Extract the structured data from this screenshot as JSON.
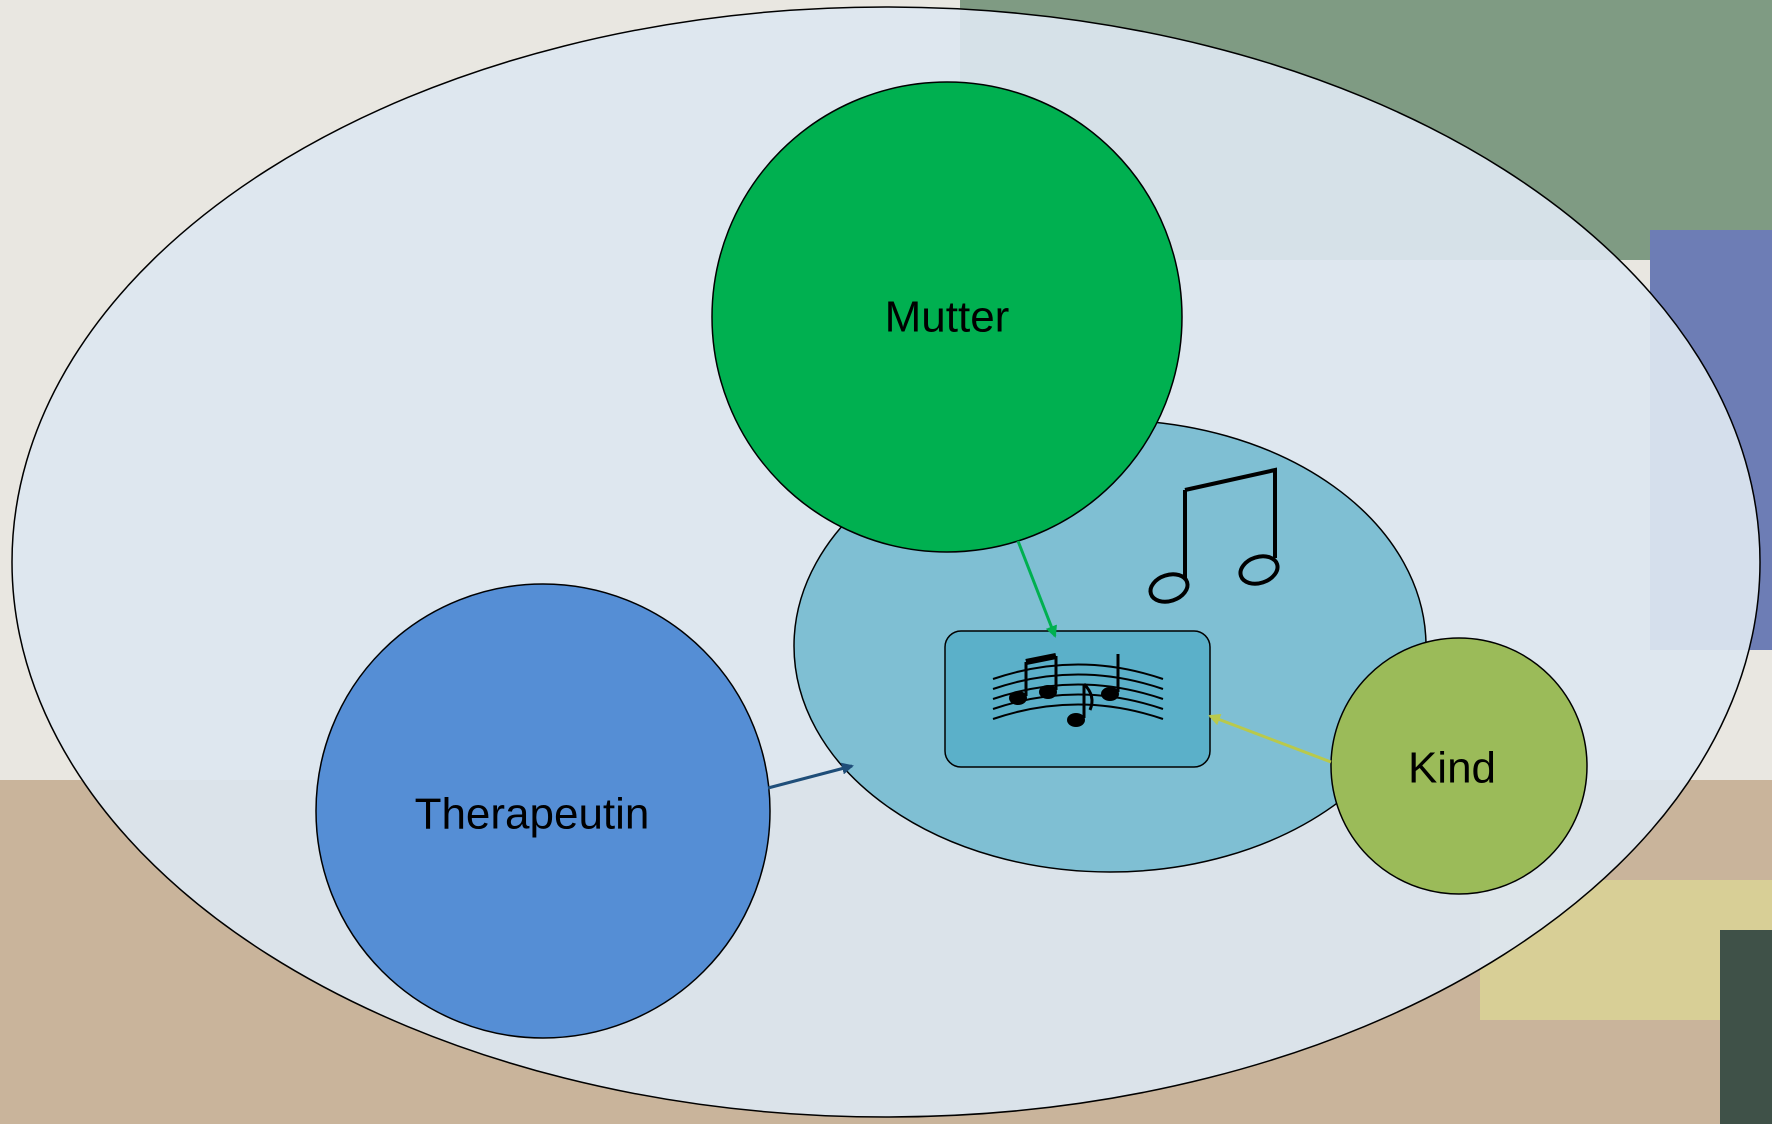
{
  "nodes": {
    "mother": {
      "label": "Mutter",
      "color": "#00B050"
    },
    "therapist": {
      "label": "Therapeutin",
      "color": "#558ED5"
    },
    "child": {
      "label": "Kind",
      "color": "#9BBB59"
    }
  },
  "shared_space": {
    "color": "#7FBFD3",
    "icon": "music-notes-icon"
  },
  "music_box": {
    "color": "#5BB0C9",
    "icon": "music-staff-icon"
  },
  "outer_boundary": {
    "color": "#DDE6F0"
  },
  "arrows": {
    "mother_color": "#00B050",
    "therapist_color": "#1F4E79",
    "child_color": "#B9C94B"
  }
}
